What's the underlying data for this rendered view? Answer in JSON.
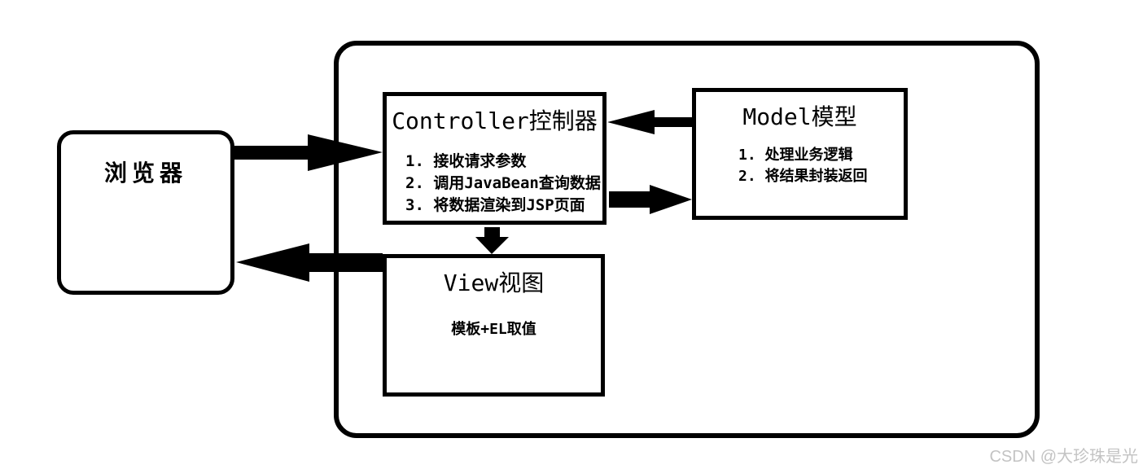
{
  "diagram": {
    "browser": {
      "title": "浏览器"
    },
    "controller": {
      "title": "Controller控制器",
      "items": [
        "1. 接收请求参数",
        "2. 调用JavaBean查询数据",
        "3. 将数据渲染到JSP页面"
      ]
    },
    "model": {
      "title": "Model模型",
      "items": [
        "1. 处理业务逻辑",
        "2. 将结果封装返回"
      ]
    },
    "view": {
      "title": "View视图",
      "content": "模板+EL取值"
    },
    "arrows": [
      "browser-to-controller",
      "model-to-controller",
      "controller-to-model",
      "controller-to-view",
      "view-to-browser"
    ]
  },
  "watermark": "CSDN @大珍珠是光",
  "colors": {
    "stroke": "#000000",
    "background": "#ffffff",
    "watermark": "#c3c3c3"
  }
}
